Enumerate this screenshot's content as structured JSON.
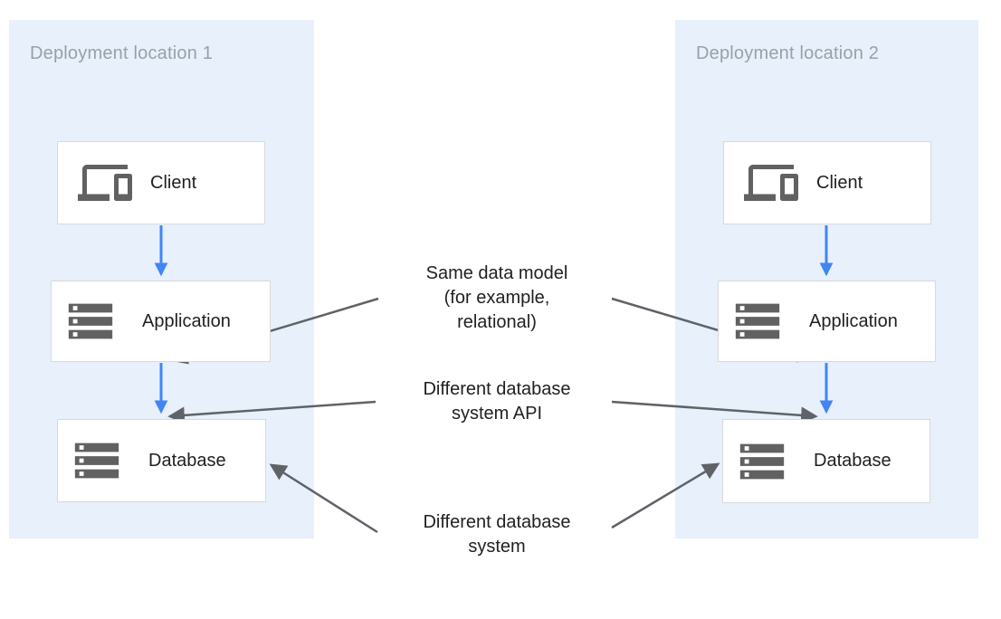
{
  "diagram": {
    "panels": [
      {
        "title": "Deployment location 1",
        "nodes": [
          {
            "label": "Client",
            "icon": "devices-icon"
          },
          {
            "label": "Application",
            "icon": "storage-icon"
          },
          {
            "label": "Database",
            "icon": "storage-icon"
          }
        ]
      },
      {
        "title": "Deployment location 2",
        "nodes": [
          {
            "label": "Client",
            "icon": "devices-icon"
          },
          {
            "label": "Application",
            "icon": "storage-icon"
          },
          {
            "label": "Database",
            "icon": "storage-icon"
          }
        ]
      }
    ],
    "annotations": [
      {
        "lines": [
          "Same data model",
          "(for example,",
          "relational)"
        ]
      },
      {
        "lines": [
          "Different database",
          "system API"
        ]
      },
      {
        "lines": [
          "Different database",
          "system"
        ]
      }
    ],
    "colors": {
      "panel_background": "#e7f0fb",
      "panel_title": "#9aa0a6",
      "node_background": "#ffffff",
      "node_border": "#d9d9d9",
      "node_icon": "#616161",
      "node_text": "#212121",
      "flow_arrow": "#4285f4",
      "annotation_arrow": "#5f6368",
      "annotation_text": "#212121"
    }
  }
}
